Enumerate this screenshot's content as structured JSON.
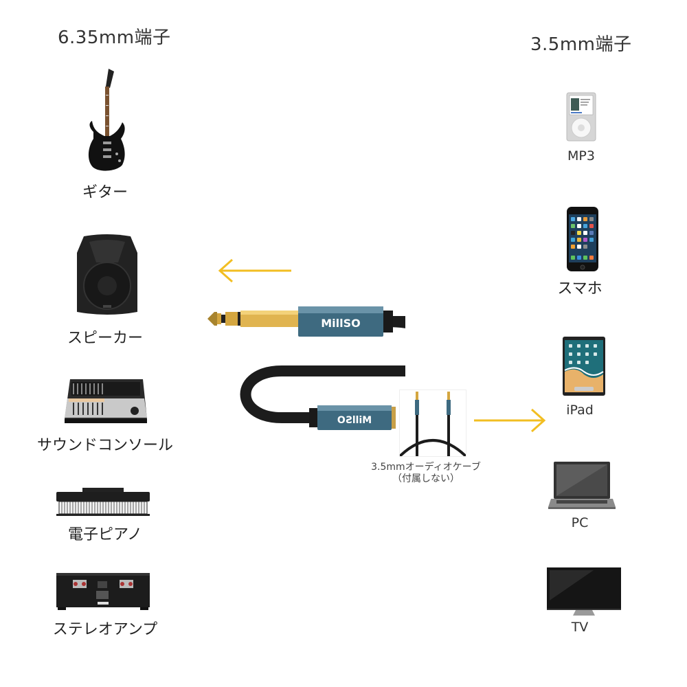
{
  "headings": {
    "left": "6.35mm端子",
    "right": "3.5mm端子"
  },
  "left_devices": [
    {
      "label": "ギター",
      "icon": "guitar-icon"
    },
    {
      "label": "スピーカー",
      "icon": "speaker-icon"
    },
    {
      "label": "サウンドコンソール",
      "icon": "mixing-console-icon"
    },
    {
      "label": "電子ピアノ",
      "icon": "digital-piano-icon"
    },
    {
      "label": "ステレオアンプ",
      "icon": "stereo-amplifier-icon"
    }
  ],
  "right_devices": [
    {
      "label": "MP3",
      "icon": "mp3-player-icon"
    },
    {
      "label": "スマホ",
      "icon": "smartphone-icon"
    },
    {
      "label": "iPad",
      "icon": "tablet-icon"
    },
    {
      "label": "PC",
      "icon": "laptop-icon"
    },
    {
      "label": "TV",
      "icon": "tv-icon"
    }
  ],
  "cable": {
    "brand_top": "MillSO",
    "brand_bottom": "MillSO",
    "accessory_note_line1": "3.5mmオーディオケーブ",
    "accessory_note_line2": "（付属しない）"
  },
  "colors": {
    "arrow": "#F2BE22",
    "connector_body": "#3E6A80",
    "gold_plug": "#D4A640",
    "cable": "#1C1C1C"
  }
}
